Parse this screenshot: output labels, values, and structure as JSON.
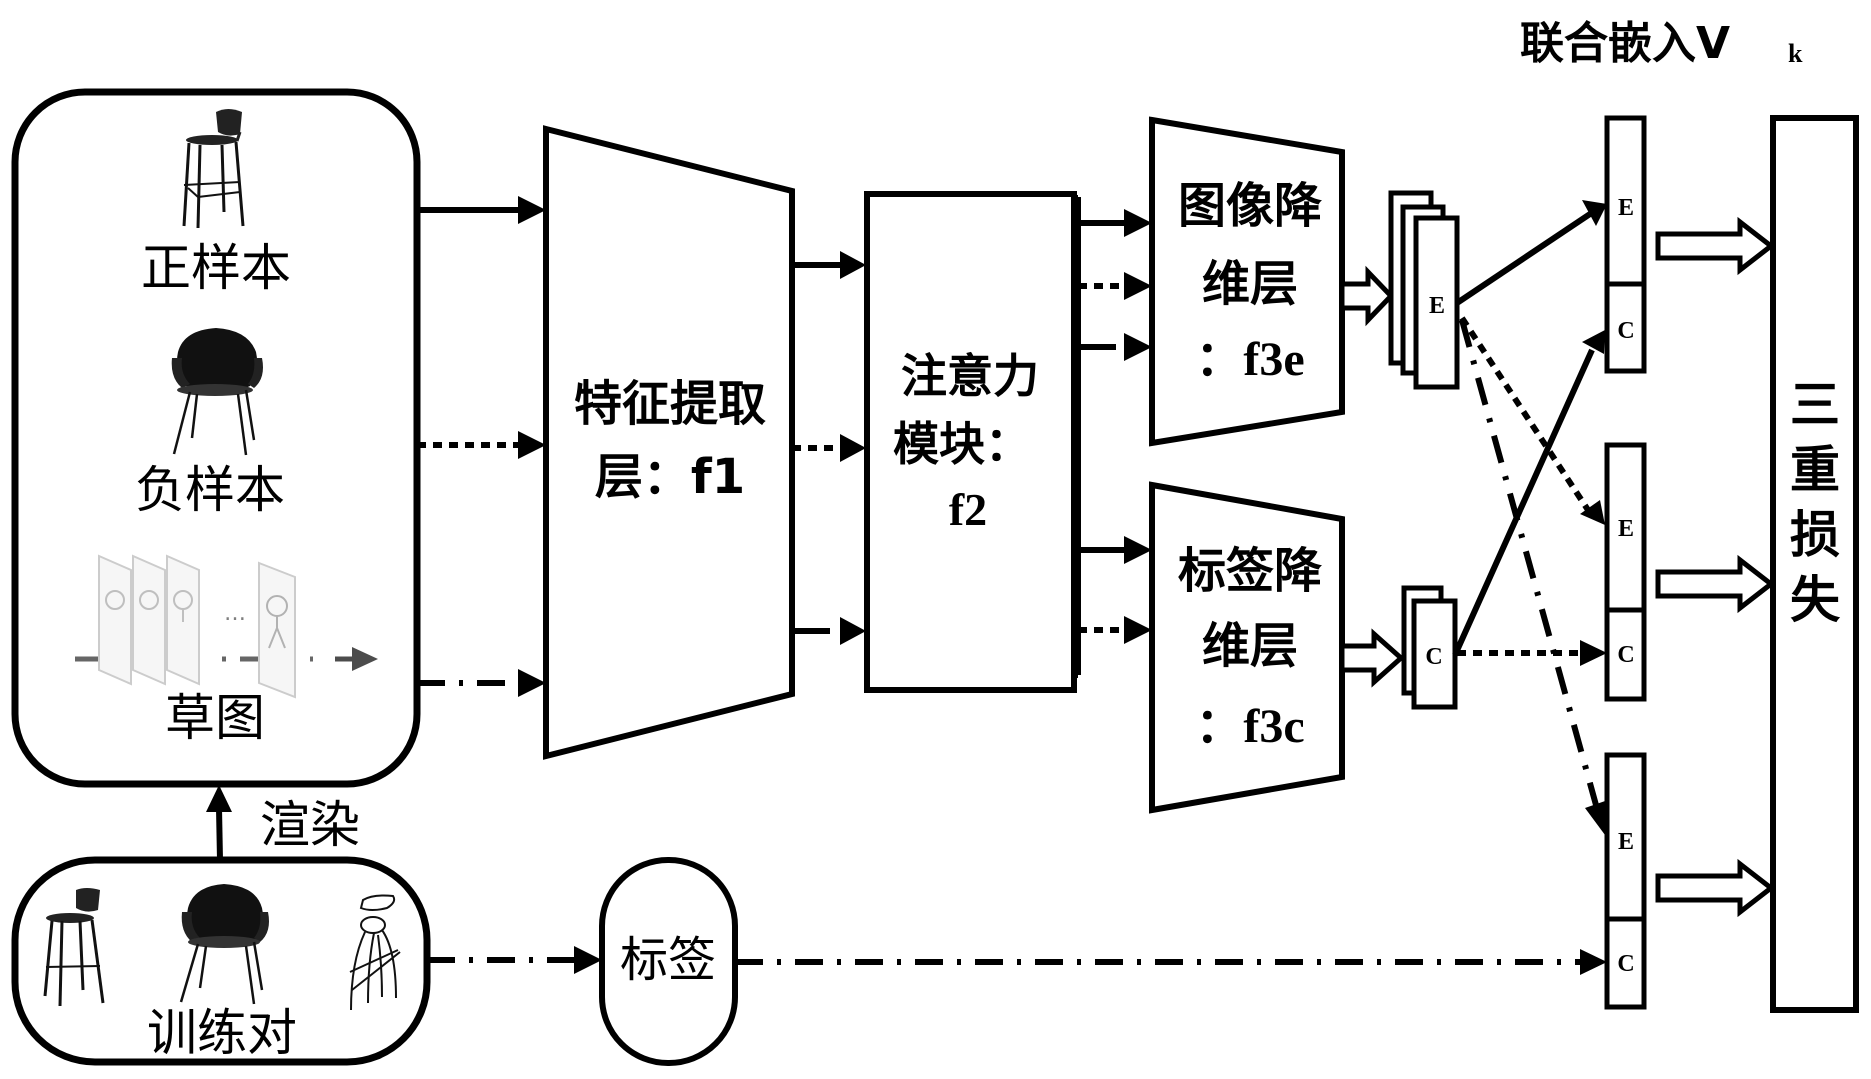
{
  "title": {
    "main": "联合嵌入V",
    "sub": "k"
  },
  "input_box": {
    "positive_label": "正样本",
    "negative_label": "负样本",
    "sketch_label": "草图",
    "sketch_ellipsis": "…",
    "icons": [
      "bar-stool-image",
      "armchair-image",
      "sketch-sequence"
    ]
  },
  "render_label": "渲染",
  "training_box": {
    "label": "训练对",
    "icons": [
      "bar-stool-image",
      "armchair-image",
      "chair-sketch"
    ]
  },
  "label_node": "标签",
  "feature_layer": {
    "line1": "特征提取",
    "line2": "层：f1"
  },
  "attention_module": {
    "line1": "注意力",
    "line2": "模块：",
    "line3": "f2"
  },
  "image_reduction": {
    "line1": "图像降",
    "line2": "维层",
    "line3": "：f3e"
  },
  "label_reduction": {
    "line1": "标签降",
    "line2": "维层",
    "line3": "：f3c"
  },
  "embedding_symbols": {
    "image": "E",
    "label": "C"
  },
  "embeddings": [
    {
      "top": "E",
      "bottom": "C"
    },
    {
      "top": "E",
      "bottom": "C"
    },
    {
      "top": "E",
      "bottom": "C"
    }
  ],
  "loss": {
    "chars": [
      "三",
      "重",
      "损",
      "失"
    ]
  },
  "line_styles": {
    "positive": "solid",
    "negative": "dotted",
    "sketch": "dash-dot"
  }
}
